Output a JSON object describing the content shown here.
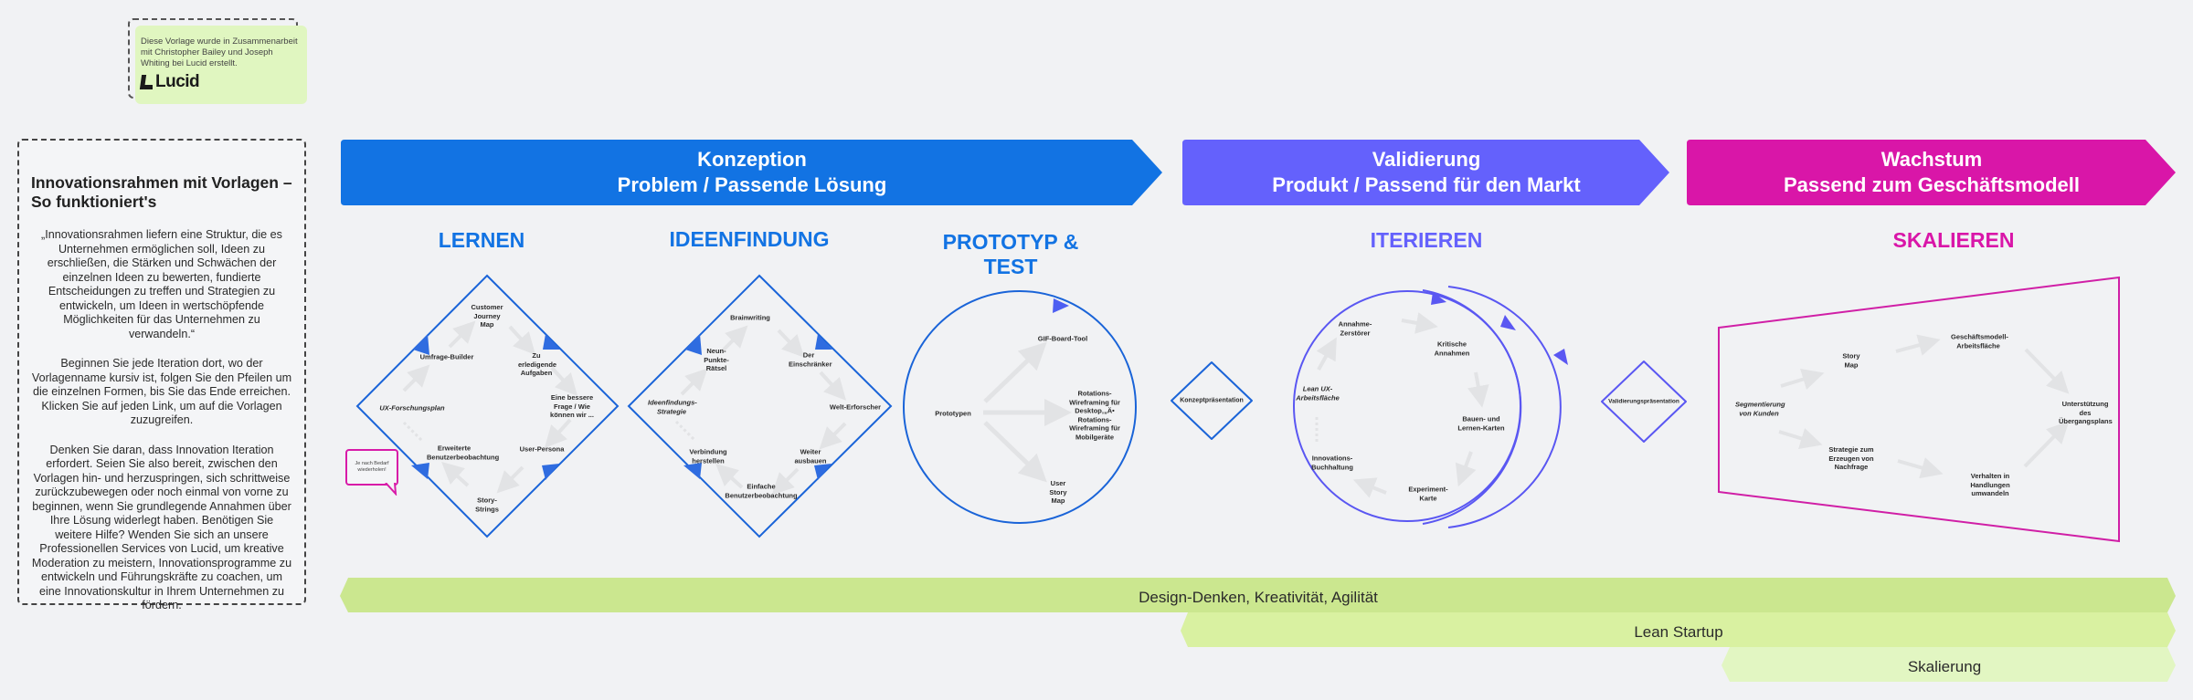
{
  "credit": {
    "text": "Diese Vorlage wurde in Zusammenarbeit mit Christopher Bailey und Joseph Whiting bei Lucid erstellt.",
    "logo": "Lucid"
  },
  "info": {
    "title": "Innovationsrahmen mit Vorlagen – So funktioniert's",
    "paragraphs": [
      "„Innovationsrahmen liefern eine Struktur, die es Unternehmen ermöglichen soll, Ideen zu erschließen, die Stärken und Schwächen der einzelnen Ideen zu bewerten, fundierte Entscheidungen zu treffen und Strategien zu entwickeln, um Ideen in wertschöpfende Möglichkeiten für das Unternehmen zu verwandeln.“",
      "Beginnen Sie jede Iteration dort, wo der Vorlagenname kursiv ist, folgen Sie den Pfeilen um die einzelnen Formen, bis Sie das Ende erreichen. Klicken Sie auf jeden Link, um auf die Vorlagen zuzugreifen.",
      "Denken Sie daran, dass Innovation Iteration erfordert. Seien Sie also bereit, zwischen den Vorlagen hin- und herzuspringen, sich schrittweise zurückzubewegen oder noch einmal von vorne zu beginnen, wenn Sie grundlegende Annahmen über Ihre Lösung widerlegt haben. Benötigen Sie weitere Hilfe? Wenden Sie sich an unsere Professionellen Services von Lucid, um kreative Moderation zu meistern, Innovationsprogramme zu entwickeln und Führungskräfte zu coachen, um eine Innovationskultur in Ihrem Unternehmen zu fördern."
    ]
  },
  "colors": {
    "konzeption": "#1273e3",
    "validierung": "#6461fc",
    "wachstum": "#d916a8",
    "band1": "#cbe78f",
    "band2": "#d9f1a1",
    "band3": "#e2f6c2",
    "arrow_light": "#e2e3e5"
  },
  "phases": [
    {
      "line1": "Konzeption",
      "line2": "Problem / Passende Lösung"
    },
    {
      "line1": "Validierung",
      "line2": "Produkt / Passend für den Markt"
    },
    {
      "line1": "Wachstum",
      "line2": "Passend zum Geschäftsmodell"
    }
  ],
  "sections": {
    "lernen": {
      "title": "LERNEN",
      "nodes": [
        "Customer Journey Map",
        "Umfrage-Builder",
        "Zu erledigende Aufgaben",
        "UX-Forschungsplan",
        "Eine bessere Frage / Wie können wir ...",
        "Erweiterte Benutzerbeobachtung",
        "User-Persona",
        "Story-Strings"
      ],
      "callout": "Je nach Bedarf wiederholen!"
    },
    "ideenfindung": {
      "title": "IDEENFINDUNG",
      "nodes": [
        "Brainwriting",
        "Neun-Punkte-Rätsel",
        "Der Einschränker",
        "Ideenfindungs-Strategie",
        "Welt-Erforscher",
        "Verbindung herstellen",
        "Weiter ausbauen",
        "Einfache Benutzerbeobachtung"
      ]
    },
    "prototyp": {
      "title": "PROTOTYP & TEST",
      "nodes": [
        "GIF-Board-Tool",
        "Prototypen",
        "Rotations-Wireframing für Desktop‚„Ä• Rotations-Wireframing für Mobilgeräte",
        "User Story Map"
      ]
    },
    "konzeptpraesentation": "Konzeptpräsentation",
    "iterieren": {
      "title": "ITERIEREN",
      "nodes": [
        "Annahme-Zerstörer",
        "Kritische Annahmen",
        "Lean UX-Arbeitsfläche",
        "Bauen- und Lernen-Karten",
        "Innovations-Buchhaltung",
        "Experiment-Karte"
      ]
    },
    "validierungspraesentation": "Validierungspräsentation",
    "skalieren": {
      "title": "SKALIEREN",
      "nodes": [
        "Geschäftsmodell-Arbeitsfläche",
        "Story Map",
        "Segmentierung von Kunden",
        "Unterstützung des Übergangsplans",
        "Strategie zum Erzeugen von Nachfrage",
        "Verhalten in Handlungen umwandeln"
      ]
    }
  },
  "bands": [
    "Design-Denken, Kreativität, Agilität",
    "Lean Startup",
    "Skalierung"
  ]
}
